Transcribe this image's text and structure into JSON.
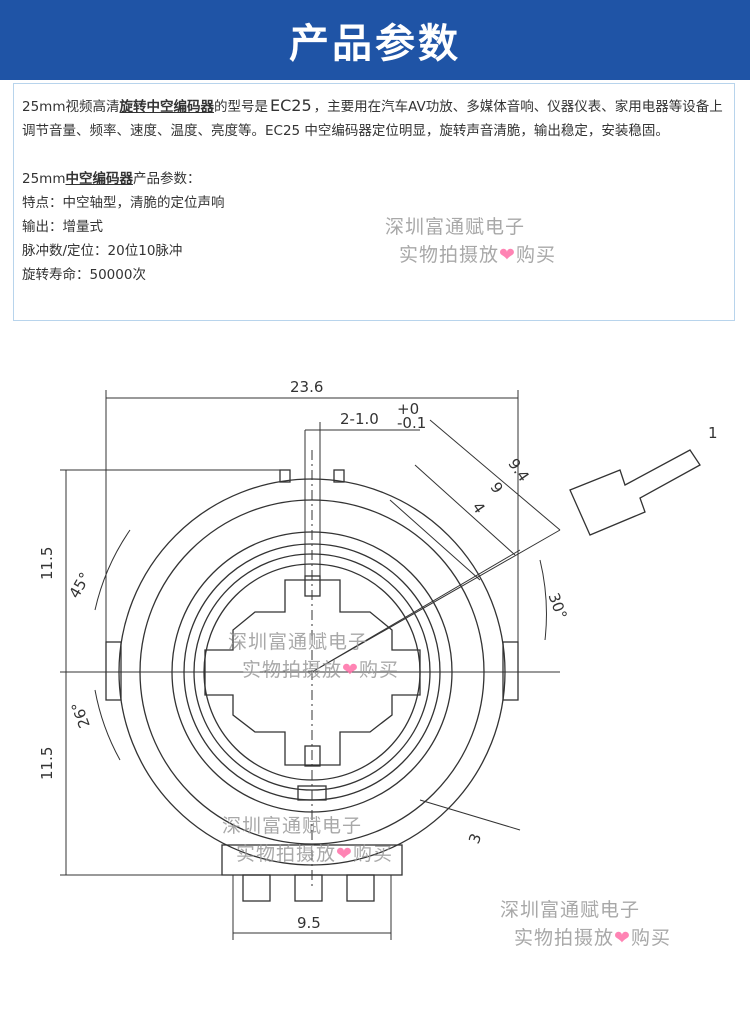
{
  "title": "产品参数",
  "intro": {
    "prefix": "25mm视频高清",
    "emphasis": "旋转中空编码器",
    "mid": "的型号是",
    "model": "EC25",
    "rest": "，主要用在汽车AV功放、多媒体音响、仪器仪表、家用电器等设备上调节音量、频率、速度、温度、亮度等。EC25 中空编码器定位明显，旋转声音清脆，输出稳定，安装稳固。"
  },
  "params": {
    "heading_prefix": "25mm",
    "heading_emphasis": "中空编码器",
    "heading_suffix": "产品参数：",
    "items": [
      "特点：中空轴型，清脆的定位声响",
      "输出：增量式",
      "脉冲数/定位：20位10脉冲",
      "旋转寿命：50000次"
    ]
  },
  "watermark": {
    "line1": "深圳富通赋电子",
    "line2_a": "实物拍摄放",
    "heart": "❤",
    "line2_b": "购买"
  },
  "dimensions": {
    "width_total": "23.6",
    "slot": "2-1.0",
    "tol_upper": "+0",
    "tol_lower": "-0.1",
    "diag_outer": "9.4",
    "diag_mid": "9",
    "diag_inner": "4",
    "angle_right": "30°",
    "angle_top_left": "45°",
    "angle_bottom_left": "26°",
    "height_top": "11.5",
    "height_bottom": "11.5",
    "pitch": "3",
    "pin_span": "9.5",
    "detail": "1"
  }
}
